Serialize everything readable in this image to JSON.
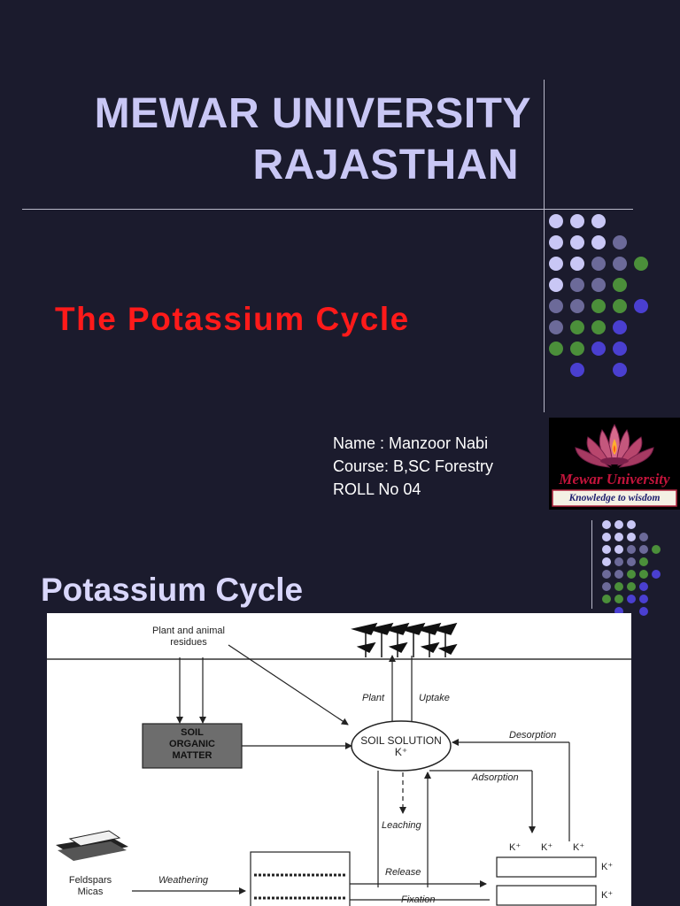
{
  "slide1": {
    "title_line1": "MEWAR UNIVERSITY",
    "title_line2": "RAJASTHAN",
    "subtitle": "The Potassium Cycle",
    "info": {
      "name": "Name : Manzoor Nabi",
      "course": "Course: B,SC Forestry",
      "roll": "ROLL No 04"
    },
    "logo": {
      "brand": "Mewar University",
      "tagline": "Knowledge to wisdom"
    }
  },
  "slide2": {
    "title": "Potassium Cycle",
    "diagram": {
      "residues_line1": "Plant and animal",
      "residues_line2": "residues",
      "som_line1": "SOIL",
      "som_line2": "ORGANIC",
      "som_line3": "MATTER",
      "solution_line1": "SOIL SOLUTION",
      "solution_line2": "K⁺",
      "plant": "Plant",
      "uptake": "Uptake",
      "desorption": "Desorption",
      "adsorption": "Adsorption",
      "leaching": "Leaching",
      "release": "Release",
      "fixation": "Fixation",
      "weathering": "Weathering",
      "minerals_line1": "Feldspars",
      "minerals_line2": "Micas",
      "k_label": "K⁺"
    }
  },
  "colors": {
    "background": "#1b1b2d",
    "title": "#c9c7f5",
    "subtitle": "#ff1a1a",
    "dot_lavender": "#c9c7f5",
    "dot_slate": "#6c6a99",
    "dot_green": "#4b8f3a",
    "dot_blue": "#4a3fd0"
  }
}
